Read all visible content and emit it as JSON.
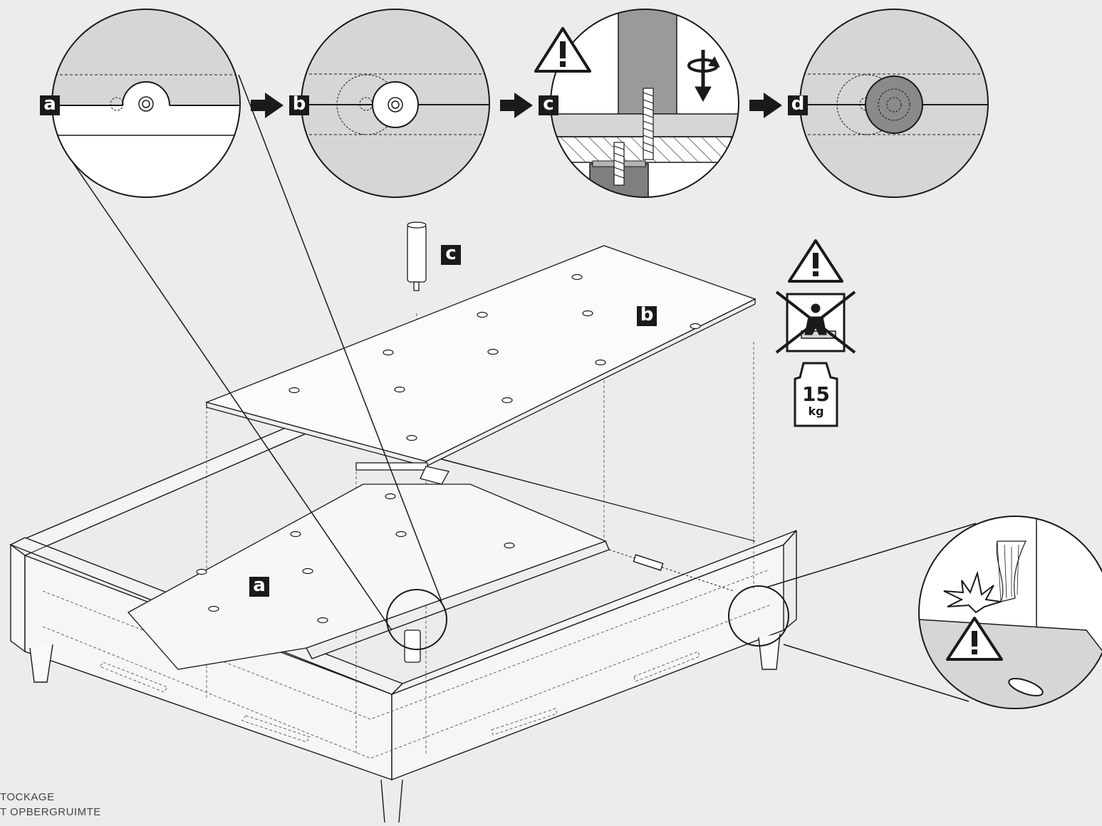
{
  "labels": {
    "step_a": "a",
    "step_b": "b",
    "step_c": "c",
    "step_d": "d",
    "part_a": "a",
    "part_b": "b",
    "part_c": "c"
  },
  "weight_limit": {
    "value": "15",
    "unit": "kg"
  },
  "footer": {
    "line1": "TOCKAGE",
    "line2": "T OPBERGRUIMTE"
  },
  "icons": [
    "warning-icon",
    "rotate-screw-icon",
    "no-person-icon",
    "weight-icon",
    "arrow-right-icon",
    "crack-icon"
  ],
  "colors": {
    "background": "#ececec",
    "ink": "#1a1a1a",
    "panel_gray": "#d6d6d6",
    "dark_gray": "#8a8a8a"
  }
}
